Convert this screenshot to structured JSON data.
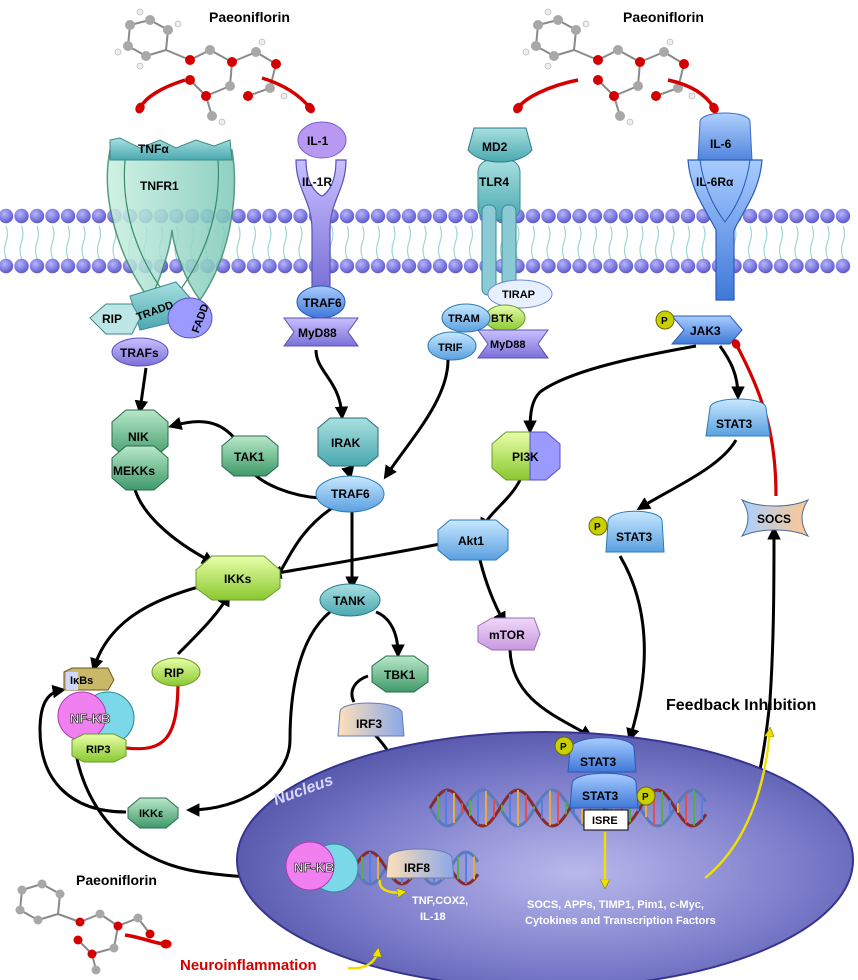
{
  "drug": "Paeoniflorin",
  "receptors": {
    "tnfa": "TNFα",
    "tnfr1": "TNFR1",
    "il1": "IL-1",
    "il1r": "IL-1R",
    "md2": "MD2",
    "tlr4": "TLR4",
    "il6": "IL-6",
    "il6ra": "IL-6Rα"
  },
  "adaptors": {
    "tradd": "TRADD",
    "fadd": "FADD",
    "rip": "RIP",
    "trafs": "TRAFs",
    "traf6_top": "TRAF6",
    "myd88": "MyD88",
    "tirap": "TIRAP",
    "tram": "TRAM",
    "btk": "BTK",
    "trif": "TRIF",
    "myd88_2": "MyD88",
    "jak3": "JAK3"
  },
  "pathway": {
    "nik": "NIK",
    "mekks": "MEKKs",
    "tak1": "TAK1",
    "irak": "IRAK",
    "traf6": "TRAF6",
    "pi3k": "PI3K",
    "akt1": "Akt1",
    "ikks": "IKKs",
    "tank": "TANK",
    "mtor": "mTOR",
    "stat3_a": "STAT3",
    "stat3_b": "STAT3",
    "socs": "SOCS",
    "rip_mid": "RIP",
    "tbk1": "TBK1",
    "irf3": "IRF3",
    "ikbs": "IκBs",
    "nfkb": "NF-KB",
    "rip3": "RIP3",
    "ikke": "IKKε",
    "phospho": "P"
  },
  "nucleus": {
    "label": "Nucleus",
    "stat3_top": "STAT3",
    "stat3_bottom": "STAT3",
    "isre": "ISRE",
    "nfkb": "NF-KB",
    "irf8": "IRF8",
    "genes_1": "TNF,COX2,",
    "genes_2": "IL-18",
    "targets_1": "SOCS, APPs, TIMP1, Pim1, c-Myc,",
    "targets_2": "Cytokines and Transcription Factors"
  },
  "labels": {
    "feedback": "Feedback Inhibition",
    "outcome": "Neuroinflammation"
  },
  "colors": {
    "membrane": "#6f6ad8",
    "nucleus": "#5f5fb8",
    "inhibit": "#d40000",
    "yellow_arrow": "#f0e000",
    "outcome_text": "#d40000"
  }
}
